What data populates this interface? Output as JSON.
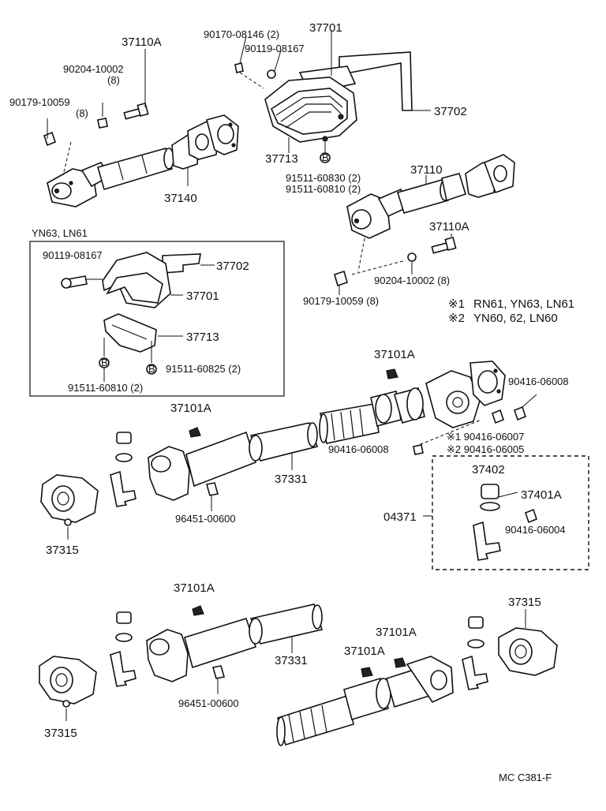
{
  "labels": {
    "p_37110A_top": "37110A",
    "p_90204_10002_top": "90204-10002",
    "p_qty8_a": "(8)",
    "p_90179_10059_top": "90179-10059",
    "p_qty8_b": "(8)",
    "p_37140": "37140",
    "p_90170_08146": "90170-08146 (2)",
    "p_90119_08167_top": "90119-08167",
    "p_37701_top": "37701",
    "p_37702_top": "37702",
    "p_37713_top": "37713",
    "p_91511_60830": "91511-60830 (2)",
    "p_91511_60810_top": "91511-60810 (2)",
    "p_37110": "37110",
    "p_37110A_right": "37110A",
    "p_90204_10002_right": "90204-10002 (8)",
    "p_90179_10059_right": "90179-10059 (8)",
    "box_title": "YN63, LN61",
    "p_box_90119_08167": "90119-08167",
    "p_box_37702": "37702",
    "p_box_37701": "37701",
    "p_box_37713": "37713",
    "p_box_91511_60825": "91511-60825 (2)",
    "p_box_91511_60810": "91511-60810 (2)",
    "b_mark": "B",
    "note_mark1": "※1",
    "note_models1": "RN61, YN63, LN61",
    "note_mark2": "※2",
    "note_models2": "YN60, 62, LN60",
    "p_37101A_mid_right": "37101A",
    "p_90416_06008_right": "90416-06008",
    "p_37101A_mid_left": "37101A",
    "p_ref1_90416_06007": "※1 90416-06007",
    "p_ref2_90416_06005": "※2 90416-06005",
    "p_90416_06008_mid": "90416-06008",
    "p_37331_mid": "37331",
    "p_96451_00600_mid": "96451-00600",
    "p_37315_mid": "37315",
    "p_37402": "37402",
    "p_37401A": "37401A",
    "p_04371": "04371",
    "p_90416_06004": "90416-06004",
    "p_37101A_bot_left": "37101A",
    "p_37331_bot": "37331",
    "p_96451_00600_bot": "96451-00600",
    "p_37315_bot_left": "37315",
    "p_37101A_bot_mid_a": "37101A",
    "p_37101A_bot_mid_b": "37101A",
    "p_37315_bot_right": "37315",
    "diagram_code": "MC C381-F"
  }
}
